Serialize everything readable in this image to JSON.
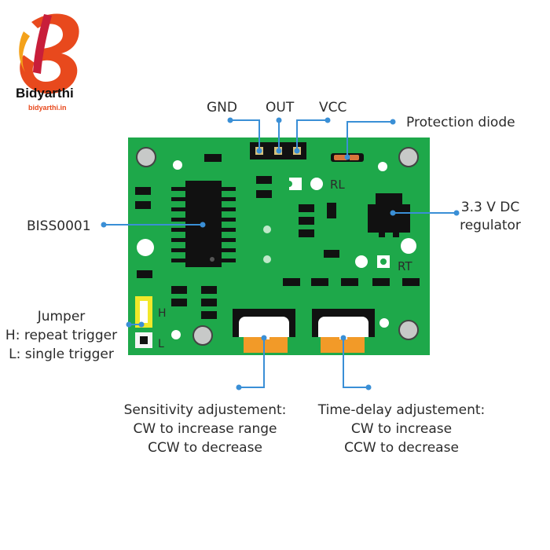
{
  "brand": {
    "name": "Bidyarthi",
    "url": "bidyarthi.in",
    "primary_color": "#e8491d",
    "secondary_color": "#f4a21a"
  },
  "pins": {
    "gnd": "GND",
    "out": "OUT",
    "vcc": "VCC"
  },
  "labels": {
    "protection_diode": "Protection diode",
    "regulator_line1": "3.3 V DC",
    "regulator_line2": "regulator",
    "chip": "BISS0001",
    "jumper_title": "Jumper",
    "jumper_h": "H: repeat trigger",
    "jumper_l": "L: single trigger",
    "sensitivity_line1": "Sensitivity adjustement:",
    "sensitivity_line2": "CW to increase range",
    "sensitivity_line3": "CCW to decrease",
    "timedelay_line1": "Time-delay adjustement:",
    "timedelay_line2": "CW to increase",
    "timedelay_line3": "CCW to decrease"
  },
  "board": {
    "silk_rl": "RL",
    "silk_rt": "RT",
    "silk_h": "H",
    "silk_l": "L",
    "pcb_color": "#1ea84a",
    "callout_color": "#3a8fd6"
  }
}
